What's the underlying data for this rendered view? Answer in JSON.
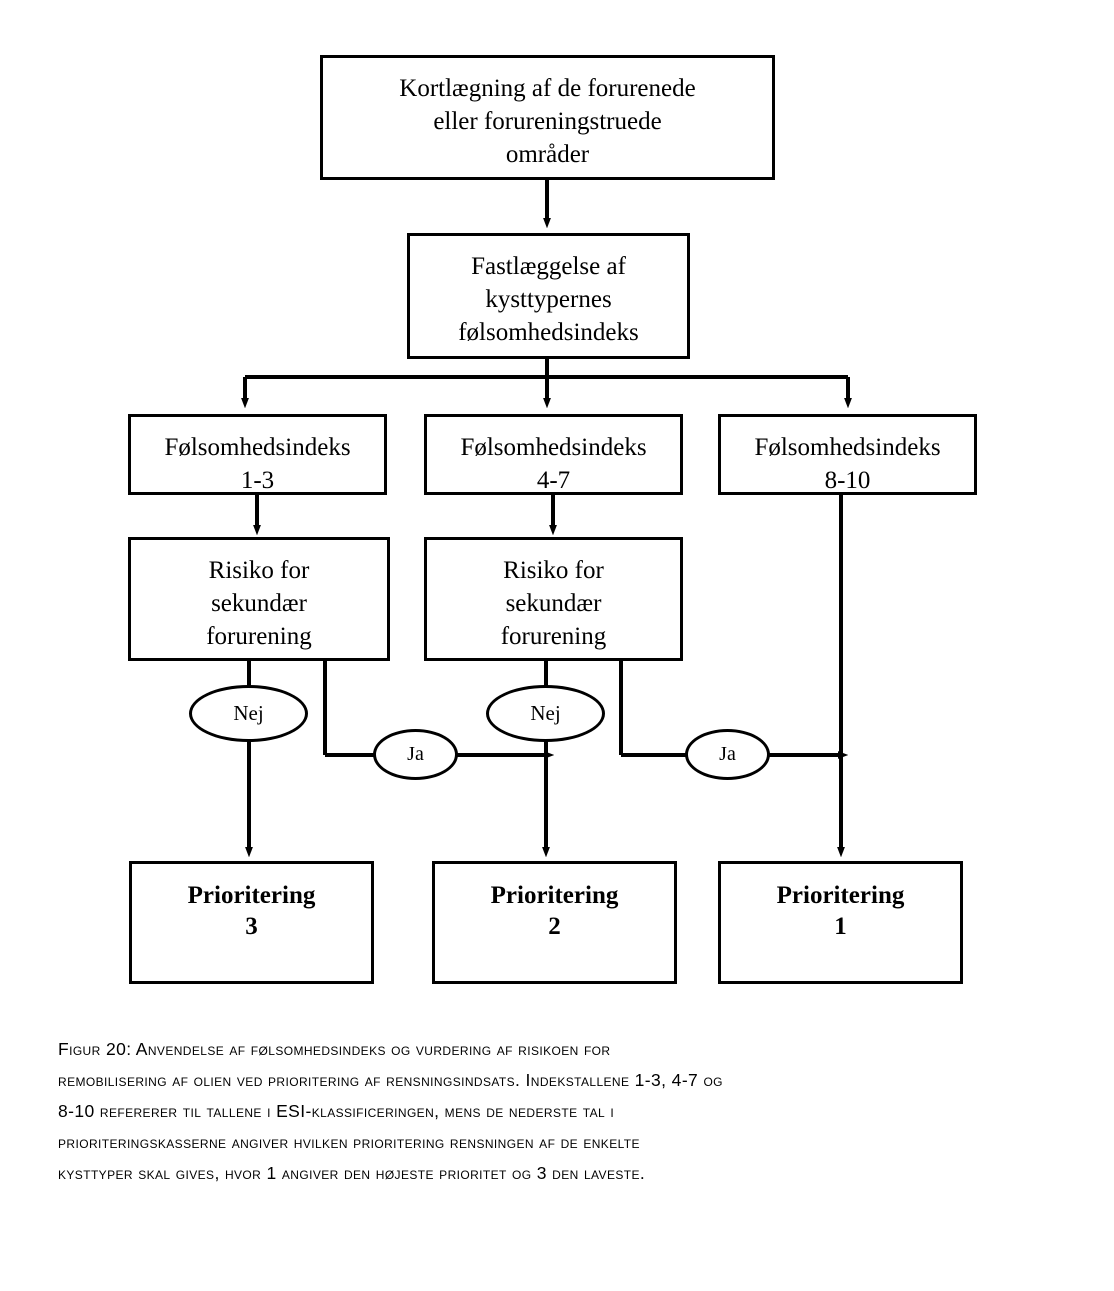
{
  "figure": {
    "type": "flowchart",
    "language": "da",
    "title_number": "Figur 20"
  },
  "nodes": {
    "start": {
      "id": "kortlaegning",
      "shape": "rectangle",
      "lines": [
        "Kortlægning af de forurenede",
        "eller forureningstruede",
        "områder"
      ]
    },
    "step2": {
      "id": "fastlaeggelse",
      "shape": "rectangle",
      "lines": [
        "Fastlæggelse af",
        "kysttypernes",
        "følsomhedsindeks"
      ]
    },
    "index_low": {
      "id": "folsomhedsindeks-1-3",
      "shape": "rectangle",
      "lines": [
        "Følsomhedsindeks",
        "1-3"
      ]
    },
    "index_mid": {
      "id": "folsomhedsindeks-4-7",
      "shape": "rectangle",
      "lines": [
        "Følsomhedsindeks",
        "4-7"
      ]
    },
    "index_high": {
      "id": "folsomhedsindeks-8-10",
      "shape": "rectangle",
      "lines": [
        "Følsomhedsindeks",
        "8-10"
      ]
    },
    "risk_left": {
      "id": "risiko-sekundaer-forurening-venstre",
      "shape": "rectangle",
      "lines": [
        "Risiko for",
        "sekundær",
        "forurening"
      ]
    },
    "risk_mid": {
      "id": "risiko-sekundaer-forurening-midt",
      "shape": "rectangle",
      "lines": [
        "Risiko for",
        "sekundær",
        "forurening"
      ]
    },
    "priority3": {
      "id": "prioritering-3",
      "shape": "rectangle",
      "lines": [
        "Prioritering",
        "3"
      ]
    },
    "priority2": {
      "id": "prioritering-2",
      "shape": "rectangle",
      "lines": [
        "Prioritering",
        "2"
      ]
    },
    "priority1": {
      "id": "prioritering-1",
      "shape": "rectangle",
      "lines": [
        "Prioritering",
        "1"
      ]
    }
  },
  "decisions": {
    "nej_left": {
      "label": "Nej"
    },
    "ja_left": {
      "label": "Ja"
    },
    "nej_mid": {
      "label": "Nej"
    },
    "ja_mid": {
      "label": "Ja"
    }
  },
  "edges": [
    {
      "from": "kortlaegning",
      "to": "fastlaeggelse",
      "label": ""
    },
    {
      "from": "fastlaeggelse",
      "to": "folsomhedsindeks-1-3",
      "label": ""
    },
    {
      "from": "fastlaeggelse",
      "to": "folsomhedsindeks-4-7",
      "label": ""
    },
    {
      "from": "fastlaeggelse",
      "to": "folsomhedsindeks-8-10",
      "label": ""
    },
    {
      "from": "folsomhedsindeks-1-3",
      "to": "risiko-sekundaer-forurening-venstre",
      "label": ""
    },
    {
      "from": "folsomhedsindeks-4-7",
      "to": "risiko-sekundaer-forurening-midt",
      "label": ""
    },
    {
      "from": "folsomhedsindeks-8-10",
      "to": "prioritering-1",
      "label": ""
    },
    {
      "from": "risiko-sekundaer-forurening-venstre",
      "to": "prioritering-3",
      "label": "Nej"
    },
    {
      "from": "risiko-sekundaer-forurening-venstre",
      "to": "prioritering-2",
      "label": "Ja"
    },
    {
      "from": "risiko-sekundaer-forurening-midt",
      "to": "prioritering-2",
      "label": "Nej"
    },
    {
      "from": "risiko-sekundaer-forurening-midt",
      "to": "prioritering-1",
      "label": "Ja"
    }
  ],
  "caption": {
    "lines": [
      "Figur 20: Anvendelse af følsomhedsindeks og vurdering af risikoen for",
      "remobilisering af olien ved prioritering af rensningsindsats.  Indekstallene 1-3, 4-7 og",
      "8-10 refererer til tallene i ESI-klassificeringen, mens de nederste tal i",
      "prioriteringskasserne angiver  hvilken prioritering rensningen af de enkelte",
      "kysttyper skal gives, hvor 1 angiver den højeste prioritet og 3 den laveste."
    ]
  },
  "colors": {
    "stroke": "#000000",
    "fill": "#ffffff",
    "text": "#000000"
  }
}
